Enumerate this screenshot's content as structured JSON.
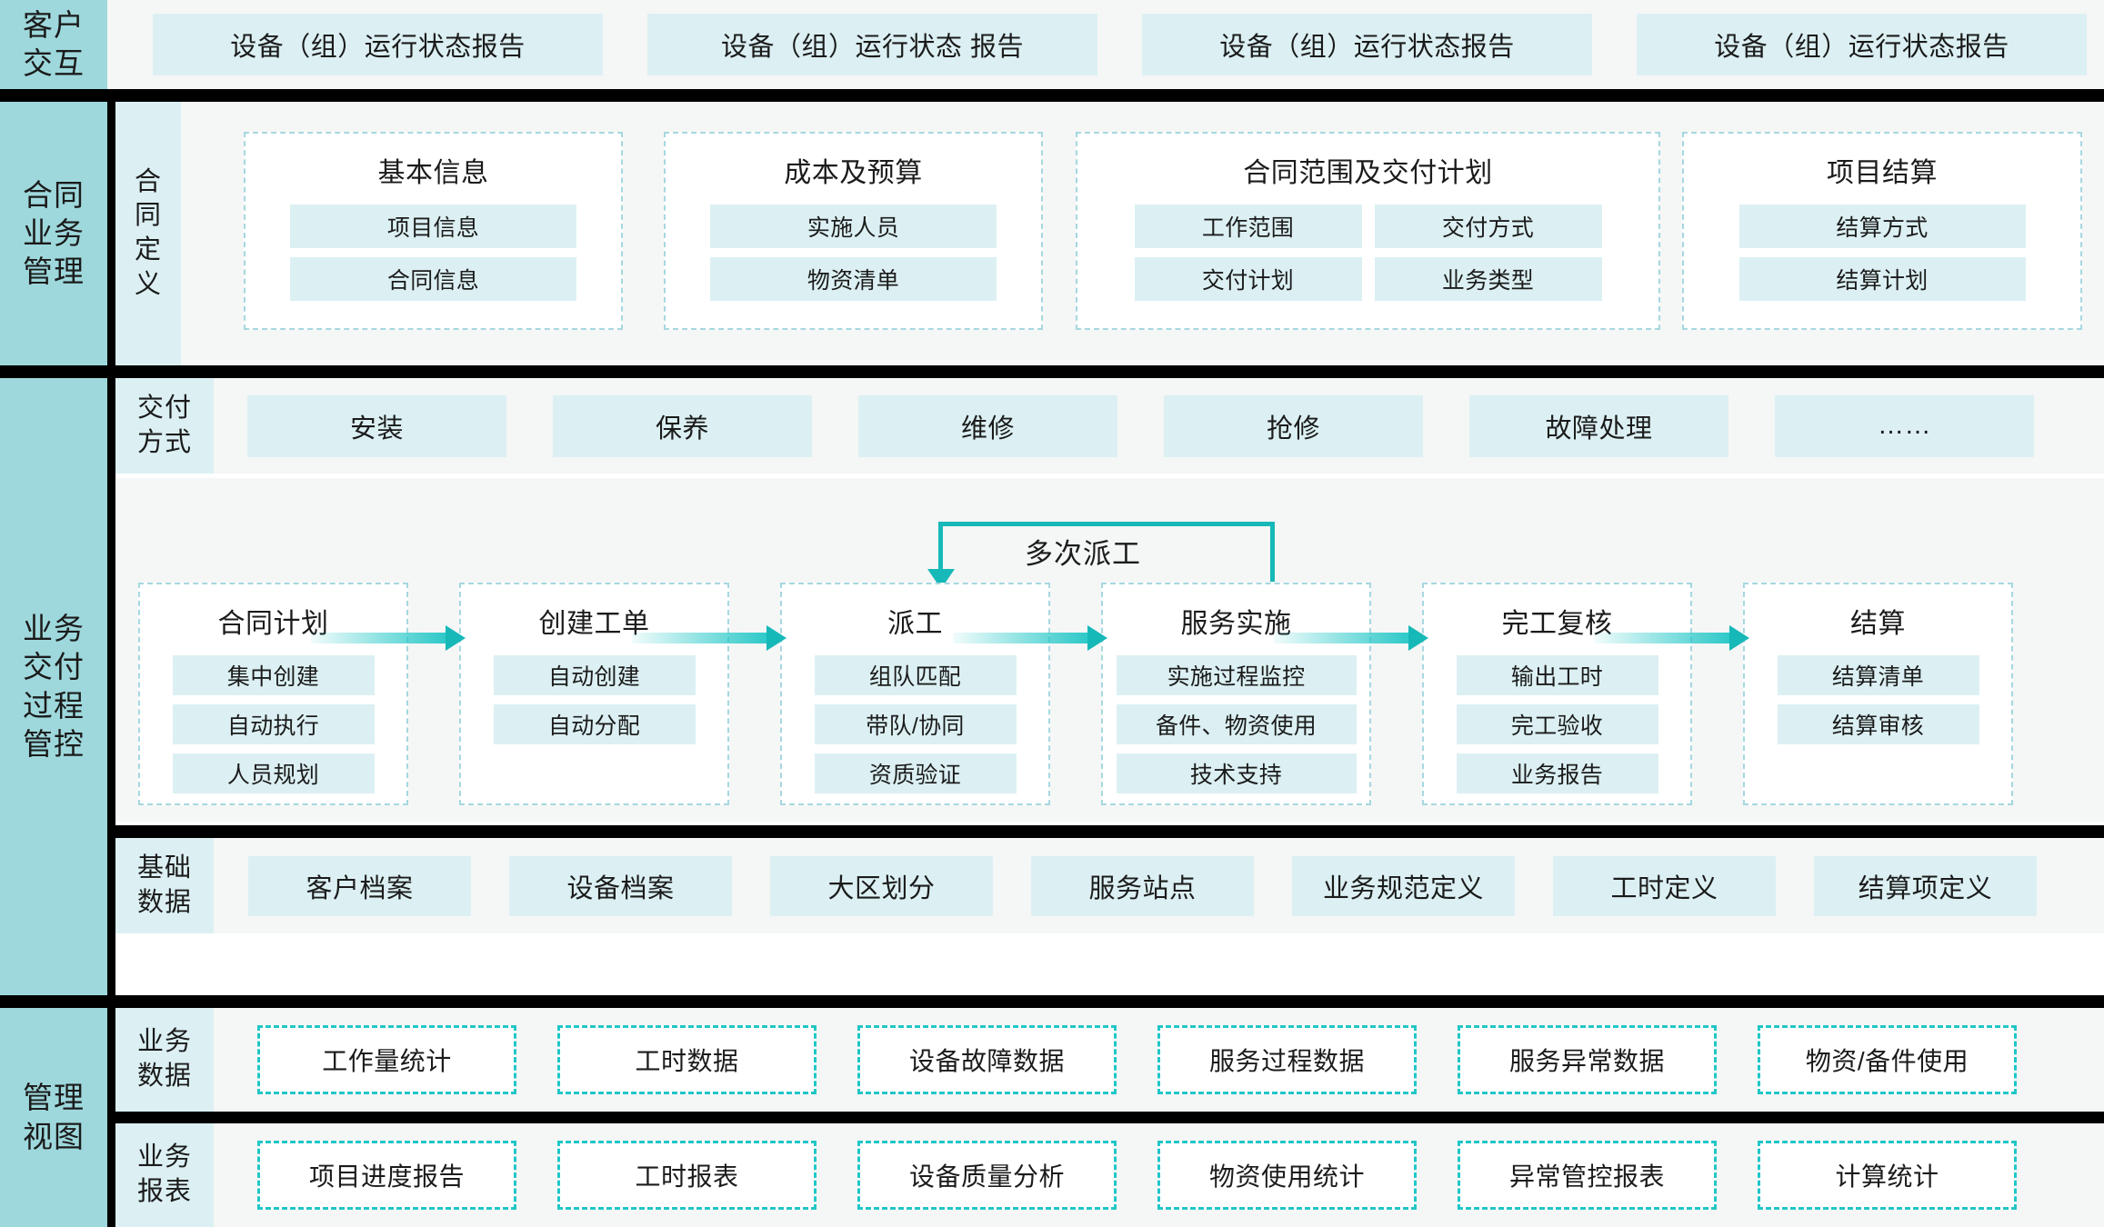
{
  "lanes": {
    "customer": "客户\n交互",
    "contract": "合同\n业务\n管理",
    "delivery": "业务\n交付\n过程\n管控",
    "mgmt": "管理\n视图"
  },
  "customer_interaction": {
    "lane_label_lines": [
      "客户",
      "交互"
    ],
    "items": [
      "设备（组）运行状态报告",
      "设备（组）运行状态 报告",
      "设备（组）运行状态报告",
      "设备（组）运行状态报告"
    ]
  },
  "contract_management": {
    "lane_label_lines": [
      "合同",
      "业务",
      "管理"
    ],
    "sub_label_lines": [
      "合",
      "同",
      "定",
      "义"
    ],
    "cards": [
      {
        "title": "基本信息",
        "layout": "single",
        "items": [
          "项目信息",
          "合同信息"
        ]
      },
      {
        "title": "成本及预算",
        "layout": "single",
        "items": [
          "实施人员",
          "物资清单"
        ]
      },
      {
        "title": "合同范围及交付计划",
        "layout": "double",
        "items": [
          "工作范围",
          "交付方式",
          "交付计划",
          "业务类型"
        ]
      },
      {
        "title": "项目结算",
        "layout": "single",
        "items": [
          "结算方式",
          "结算计划"
        ]
      }
    ]
  },
  "delivery_process": {
    "lane_label_lines": [
      "业务",
      "交付",
      "过程",
      "管控"
    ],
    "delivery_method": {
      "sub_label_lines": [
        "交付",
        "方式"
      ],
      "items": [
        "安装",
        "保养",
        "维修",
        "抢修",
        "故障处理",
        "……"
      ]
    },
    "flow": {
      "loop_label": "多次派工",
      "stages": [
        {
          "title": "合同计划",
          "items": [
            "集中创建",
            "自动执行",
            "人员规划"
          ]
        },
        {
          "title": "创建工单",
          "items": [
            "自动创建",
            "自动分配"
          ]
        },
        {
          "title": "派工",
          "items": [
            "组队匹配",
            "带队/协同",
            "资质验证"
          ]
        },
        {
          "title": "服务实施",
          "items": [
            "实施过程监控",
            "备件、物资使用",
            "技术支持"
          ]
        },
        {
          "title": "完工复核",
          "items": [
            "输出工时",
            "完工验收",
            "业务报告"
          ]
        },
        {
          "title": "结算",
          "items": [
            "结算清单",
            "结算审核"
          ]
        }
      ]
    },
    "basic_data": {
      "sub_label_lines": [
        "基础",
        "数据"
      ],
      "items": [
        "客户档案",
        "设备档案",
        "大区划分",
        "服务站点",
        "业务规范定义",
        "工时定义",
        "结算项定义"
      ]
    }
  },
  "management_view": {
    "lane_label_lines": [
      "管理",
      "视图"
    ],
    "rows": [
      {
        "sub_label_lines": [
          "业务",
          "数据"
        ],
        "items": [
          "工作量统计",
          "工时数据",
          "设备故障数据",
          "服务过程数据",
          "服务异常数据",
          "物资/备件使用"
        ]
      },
      {
        "sub_label_lines": [
          "业务",
          "报表"
        ],
        "items": [
          "项目进度报告",
          "工时报表",
          "设备质量分析",
          "物资使用统计",
          "异常管控报表",
          "计算统计"
        ]
      }
    ]
  },
  "colors": {
    "lane_bg": "#9ed8dc",
    "sub_lane_bg": "#dcf0f3",
    "chip_bg": "#dcf0f3",
    "panel_bg": "#f5f6f6",
    "dash_blue": "#a6d8e0",
    "dash_teal": "#21c6c6",
    "arrow_teal": "#17b8b8",
    "divider": "#000000"
  }
}
